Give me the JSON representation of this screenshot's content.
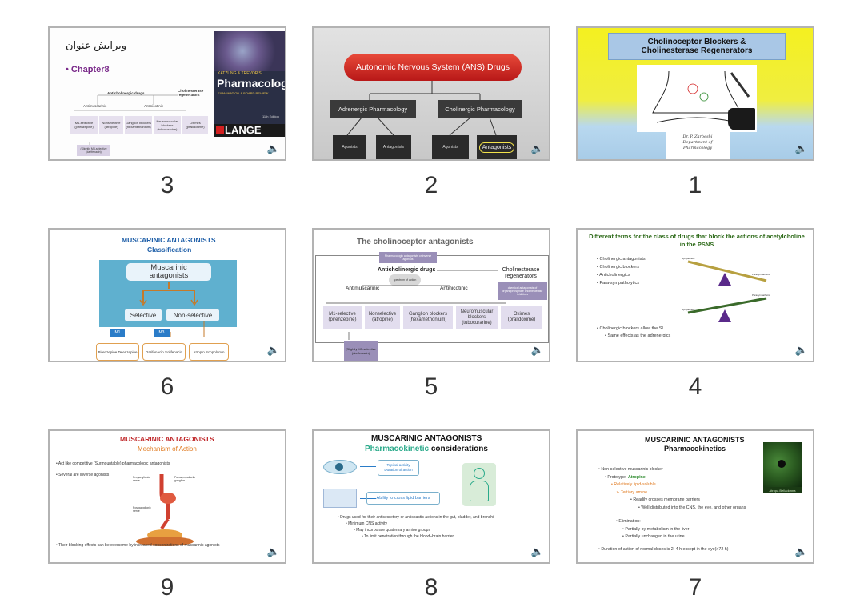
{
  "slides": [
    {
      "number": "3",
      "title_fa": "ویرایش عنوان",
      "bullet": "• Chapter8",
      "tree": {
        "root": "Anticholinergic drugs",
        "right": "Cholinesterase regenerators",
        "mid_left": "Antimuscarinic",
        "mid_right": "Antinicotinic",
        "leaves": [
          "M1-selective (pirenzepine)",
          "Nonselective (atropine)",
          "Ganglion blockers (hexamethonium)",
          "Neuromuscular blockers (tubocurarine)",
          "Oximes (pralidoxime)"
        ],
        "bottom": "(Slightly M3-selective (darifenacin)"
      },
      "book": {
        "top": "KATZUNG & TREVOR'S",
        "title": "Pharmacology",
        "sub": "EXAMINATION & BOARD REVIEW",
        "edition": "11th Edition",
        "brand": "LANGE"
      }
    },
    {
      "number": "2",
      "banner": "Autonomic Nervous System (ANS) Drugs",
      "left_box": "Adrenergic Pharmacology",
      "right_box": "Cholinergic Pharmacology",
      "leaves": [
        "Agonists",
        "Antagonists",
        "Agonists",
        "Antagonists"
      ]
    },
    {
      "number": "1",
      "title": "Cholinoceptor Blockers & Cholinesterase Regenerators",
      "credit": [
        "Dr. P. Zarbeshi",
        "Department of",
        "Pharmacology"
      ]
    },
    {
      "number": "6",
      "title": "MUSCARINIC ANTAGONISTS",
      "subtitle": "Classification",
      "main": "Muscarinic antagonists",
      "selective": "Selective",
      "nonselective": "Non-selective",
      "m1": "M1",
      "m3": "M3",
      "drugs": [
        "Pirenzepine Telenzepine",
        "Darifenacin Solifenacin",
        "Atropin Scopolamin"
      ]
    },
    {
      "number": "5",
      "title": "The cholinoceptor antagonists",
      "pharma": "Pharmacologic antagonists or inverse agonists",
      "root": "Anticholinergic drugs",
      "root_note": "spectrum of action",
      "right": "Cholinesterase regenerators",
      "right_note": "chemical antagonists of organophosphate cholinesterase inhibitors",
      "mid_left": "Antimuscarinic",
      "mid_right": "Antinicotinic",
      "leaves": [
        "M1-selective (pirenzepine)",
        "Nonselective (atropine)",
        "Ganglion blockers (hexamethonium)",
        "Neuromuscular blockers (tubocurarine)",
        "Oximes (pralidoxime)"
      ],
      "bottom": "(Slightly M3-selective (darifenacin)"
    },
    {
      "number": "4",
      "title": "Different terms for the class of drugs that block the actions of acetylcholine in the PSNS",
      "bullets": [
        "Cholinergic antagonists",
        "Cholinergic blockers",
        "Anticholinergics",
        "Para-sympatholytics"
      ],
      "bottom1": "Cholinergic blockers allow the SI",
      "bottom2": "Same effects as the adrenergics",
      "sym": "Sympathetic",
      "para": "Parasympathetic"
    },
    {
      "number": "9",
      "title": "MUSCARINIC ANTAGONISTS",
      "subtitle": "Mechanism of Action",
      "bullets": [
        "Act like competitive (Surmountable) pharmacologic antagonists",
        "Several are inverse agonists"
      ],
      "bottom": "Their blocking effects can be overcome by increased concentrations of muscarinic agonists",
      "labels": [
        "Preganglionic nerve",
        "Parasympathetic ganglion",
        "Postganglionic nerve"
      ]
    },
    {
      "number": "8",
      "title": "MUSCARINIC ANTAGONISTS",
      "subtitle_green": "Pharmacokinetic",
      "subtitle_rest": " considerations",
      "box1": [
        "Topical activity",
        "Duration of action"
      ],
      "box2": "Ability to cross lipid barriers",
      "bullets": [
        "Drugs used for their antisecretory or antispastic actions in the gut, bladder, and bronchi",
        "Minimum CNS activity",
        "May incorporate quaternary amine groups",
        "To limit penetration through the blood–brain barrier"
      ]
    },
    {
      "number": "7",
      "title": "MUSCARINIC ANTAGONISTS",
      "subtitle": "Pharmacokinetics",
      "bullets": [
        "Non-selective muscarinic blocker",
        "Prototype: ",
        "Atropine",
        "Relatively lipid-soluble",
        "Tertiary amine",
        "Readily crosses membrane barriers",
        "Well distributed into the CNS, the eye, and other organs",
        "Elimination:",
        "Partially by metabolism in the liver",
        "Partially unchanged in the urine",
        "Duration of action of normal doses is 2–4 h except in the eye(>72 h)"
      ],
      "plant_label": "Atropa Belladonna"
    }
  ],
  "speaker_icon": "speaker-icon",
  "colors": {
    "border": "#b3b3b3",
    "red_banner": "#d32020",
    "blue_title": "#1f5fa8",
    "green": "#2e8b2e"
  }
}
